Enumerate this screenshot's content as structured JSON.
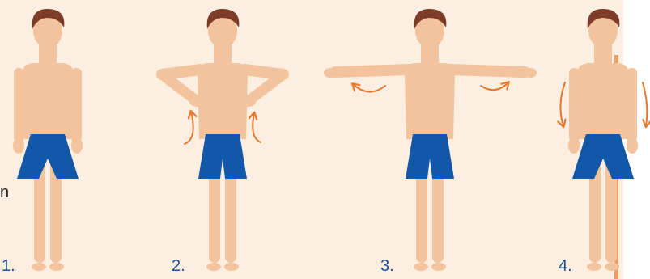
{
  "colors": {
    "background": "#fdeee2",
    "skin": "#f3c39e",
    "hair": "#7d3d28",
    "shorts": "#1258a8",
    "arrow": "#e8772e",
    "number": "#1a4f96"
  },
  "cut_text": "n",
  "steps": [
    {
      "number": "1.",
      "pose": "arms-down",
      "arrows": "none"
    },
    {
      "number": "2.",
      "pose": "hands-on-chest",
      "arrows": "upward-curves"
    },
    {
      "number": "3.",
      "pose": "arms-out",
      "arrows": "rotation-curves"
    },
    {
      "number": "4.",
      "pose": "arms-down",
      "arrows": "downward-curves"
    }
  ]
}
